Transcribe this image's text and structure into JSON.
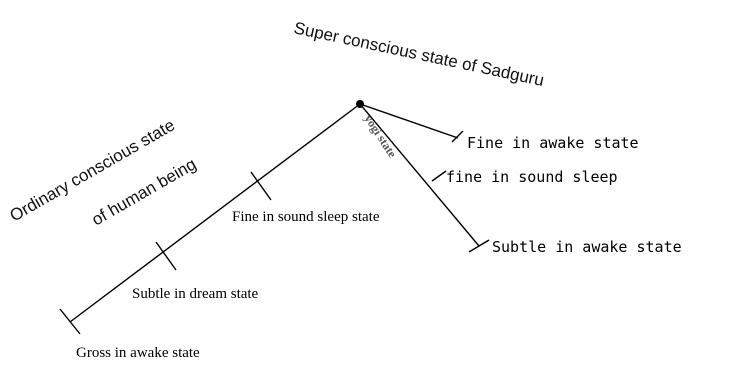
{
  "diagram": {
    "super_conscious_label": "Super conscious state of Sadguru",
    "ordinary_label_line1": "Ordinary conscious state",
    "ordinary_label_line2": "of human being",
    "yogi_label": "yogi state",
    "stage_labels": {
      "gross_awake": "Gross in awake state",
      "subtle_dream": "Subtle in dream state",
      "fine_sound_sleep_state": "Fine in sound sleep state",
      "fine_awake": "Fine in awake state",
      "fine_sound_sleep": "fine in sound sleep",
      "subtle_awake": "Subtle in awake state"
    }
  }
}
